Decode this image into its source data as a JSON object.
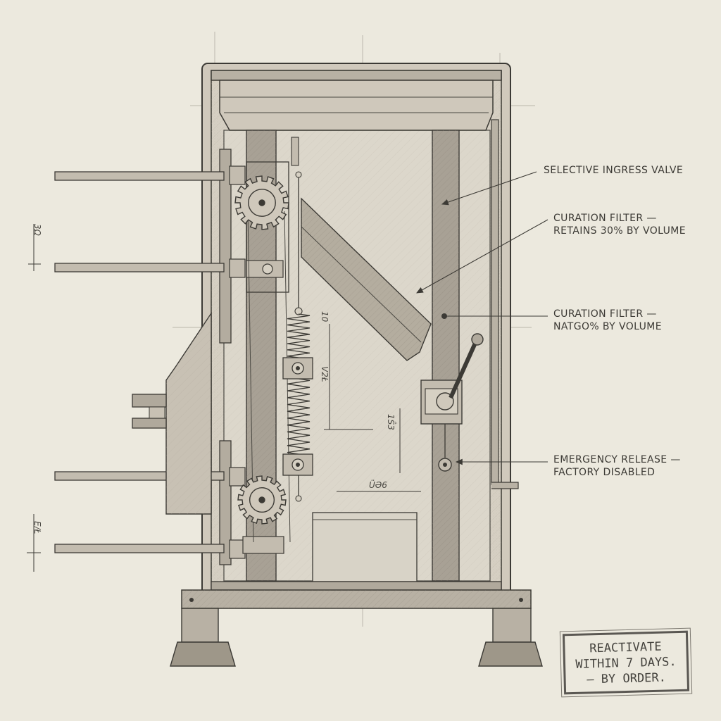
{
  "annotations": {
    "selective_ingress": "SELECTIVE INGRESS VALVE",
    "curation_filter_1": {
      "line1": "CURATION FILTER —",
      "line2": "RETAINS 30% BY VOLUME"
    },
    "curation_filter_2": {
      "line1": "CURATION FILTER —",
      "line2": "NATGO% BY VOLUME"
    },
    "emergency_release": {
      "line1": "EMERGENCY RELEASE —",
      "line2": "FACTORY DISABLED"
    }
  },
  "dimensions": {
    "left_top": "3Ω",
    "left_bottom": "E/Ł",
    "spring_top": "10",
    "spring_mid": "V2Ł",
    "center_mid": "1Ŝ3",
    "bottom": "ÜƏ6"
  },
  "stamp": {
    "line1": "REACTIVATE",
    "line2": "WITHIN 7 DAYS.",
    "line3": "— BY ORDER."
  },
  "colors": {
    "paper": "#ece9de",
    "ink": "#3c3a35",
    "fill_dark": "#a29b90",
    "fill_mid": "#c4bdb1",
    "fill_light": "#d9d4c8"
  }
}
